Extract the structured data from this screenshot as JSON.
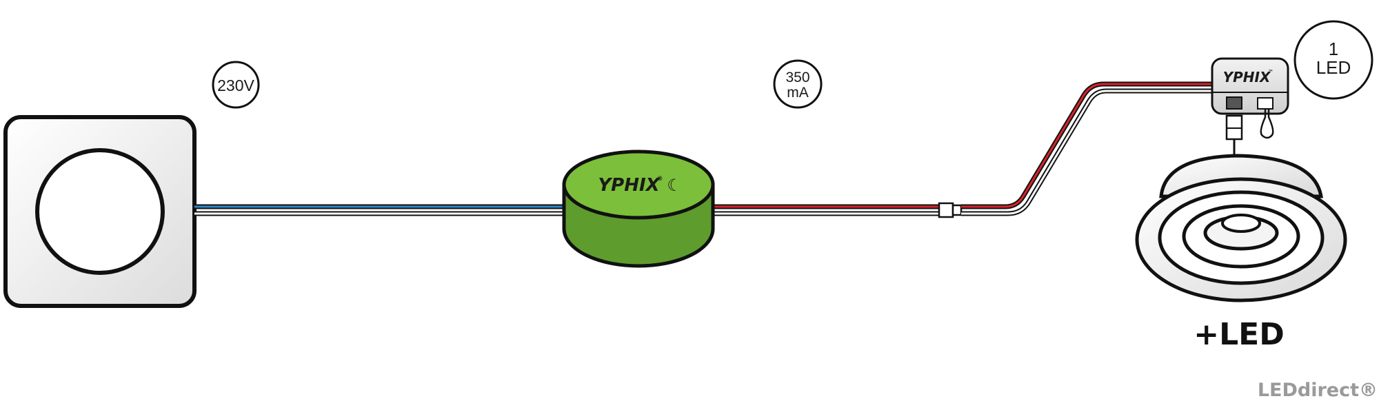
{
  "switch": {
    "voltage_label": "230V"
  },
  "driver": {
    "brand": "YPHIX",
    "brand_mark": "®",
    "dim_symbol": "☾",
    "current_label_line1": "350",
    "current_label_line2": "mA",
    "color": "#6aa632"
  },
  "adapter": {
    "brand": "YPHIX",
    "brand_mark": "™"
  },
  "led": {
    "count_line1": "1",
    "count_line2": "LED",
    "plus_label": "+LED"
  },
  "watermark": "LEDdirect®",
  "colors": {
    "mains_wire": "#2f86c8",
    "dc_wire": "#d8232a",
    "wire_black": "#111111",
    "outline": "#111111",
    "driver_top": "#7cbf3a",
    "driver_side": "#5e9c2e"
  }
}
